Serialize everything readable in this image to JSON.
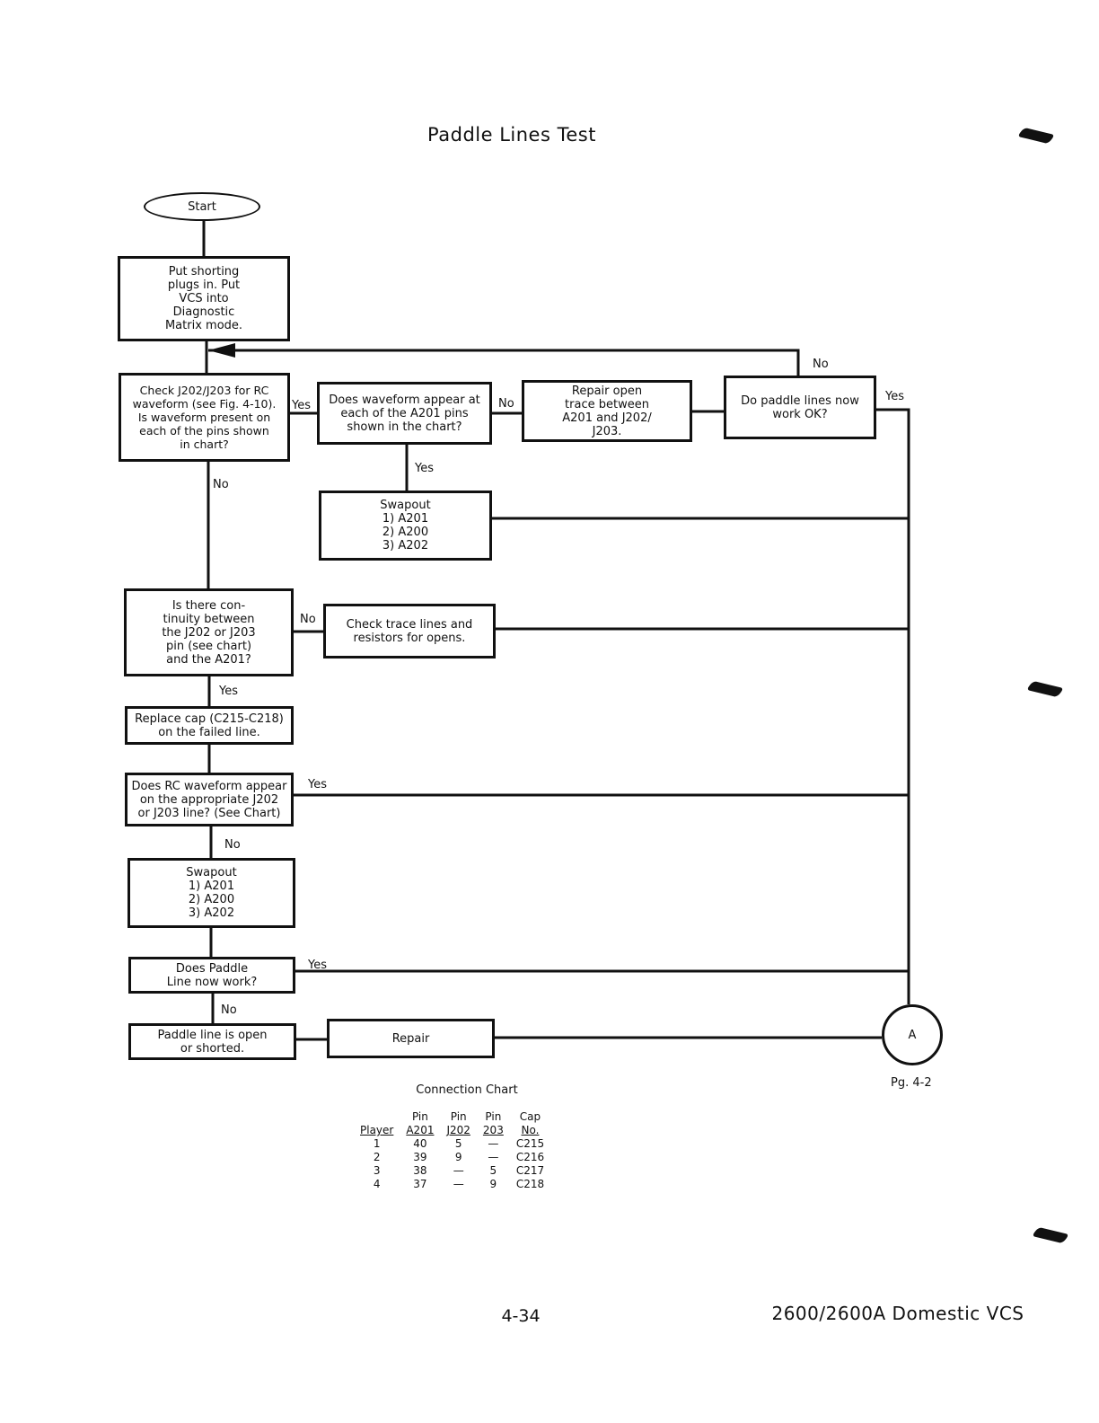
{
  "title": "Paddle Lines Test",
  "nodes": {
    "start": "Start",
    "put_plugs": "Put shorting\nplugs in. Put\nVCS into\nDiagnostic\nMatrix mode.",
    "check_waveform": "Check J202/J203 for RC\nwaveform (see Fig. 4-10).\nIs waveform present on\neach of the pins shown\nin chart?",
    "does_waveform_appear": "Does waveform appear at\neach of the A201 pins\nshown in the chart?",
    "repair_trace": "Repair open\ntrace between\nA201 and J202/\nJ203.",
    "do_paddle_lines_work": "Do paddle lines now\nwork OK?",
    "swapout_1": "Swapout\n1) A201\n2) A200\n3) A202",
    "continuity": "Is there con-\ntinuity between\nthe J202 or J203\npin (see chart)\nand the A201?",
    "check_trace_lines": "Check trace lines and\nresistors for opens.",
    "replace_cap": "Replace cap (C215-C218)\non the failed line.",
    "rc_waveform_appear": "Does RC waveform appear\non the appropriate J202\nor J203 line? (See Chart)",
    "swapout_2": "Swapout\n1) A201\n2) A200\n3) A202",
    "paddle_line_work": "Does Paddle\nLine now work?",
    "paddle_open": "Paddle line is open\nor shorted.",
    "repair": "Repair",
    "connector": "A",
    "connector_ref": "Pg. 4-2"
  },
  "edge_labels": {
    "yes": "Yes",
    "no": "No"
  },
  "connection_chart": {
    "title": "Connection Chart",
    "header_top": [
      "",
      "Pin",
      "Pin",
      "Pin",
      "Cap"
    ],
    "header_bottom": [
      "Player",
      "A201",
      "J202",
      "203",
      "No."
    ],
    "rows": [
      [
        "1",
        "40",
        "5",
        "—",
        "C215"
      ],
      [
        "2",
        "39",
        "9",
        "—",
        "C216"
      ],
      [
        "3",
        "38",
        "—",
        "5",
        "C217"
      ],
      [
        "4",
        "37",
        "—",
        "9",
        "C218"
      ]
    ]
  },
  "footer": {
    "page_number": "4-34",
    "document_title": "2600/2600A Domestic VCS"
  }
}
